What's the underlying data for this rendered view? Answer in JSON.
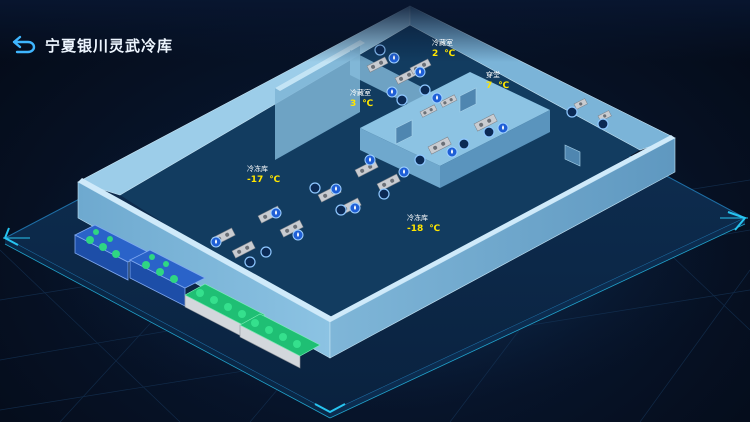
{
  "app": {
    "title": "宁夏银川灵武冷库"
  },
  "rooms": [
    {
      "id": "cold-room-1",
      "name": "冷藏室",
      "temp": "2",
      "unit": "℃"
    },
    {
      "id": "cold-room-2",
      "name": "冷藏室",
      "temp": "3",
      "unit": "℃"
    },
    {
      "id": "buffer-room",
      "name": "穿堂",
      "temp": "7",
      "unit": "℃"
    },
    {
      "id": "freezer-1",
      "name": "冷冻库",
      "temp": "-17",
      "unit": "℃"
    },
    {
      "id": "freezer-2",
      "name": "冷冻库",
      "temp": "-18",
      "unit": "℃"
    }
  ],
  "colors": {
    "accent": "#ffe600",
    "frame": "#27c4f0",
    "wall": "#7fb9dc",
    "floor": "#113a5e",
    "valve": "#2f6df0",
    "compressor": "#27d07d"
  },
  "icons": {
    "back": "back-arrow-icon",
    "cooler": "evaporator-unit-icon",
    "sensor": "water-drop-icon",
    "status": "ring-indicator-icon"
  }
}
